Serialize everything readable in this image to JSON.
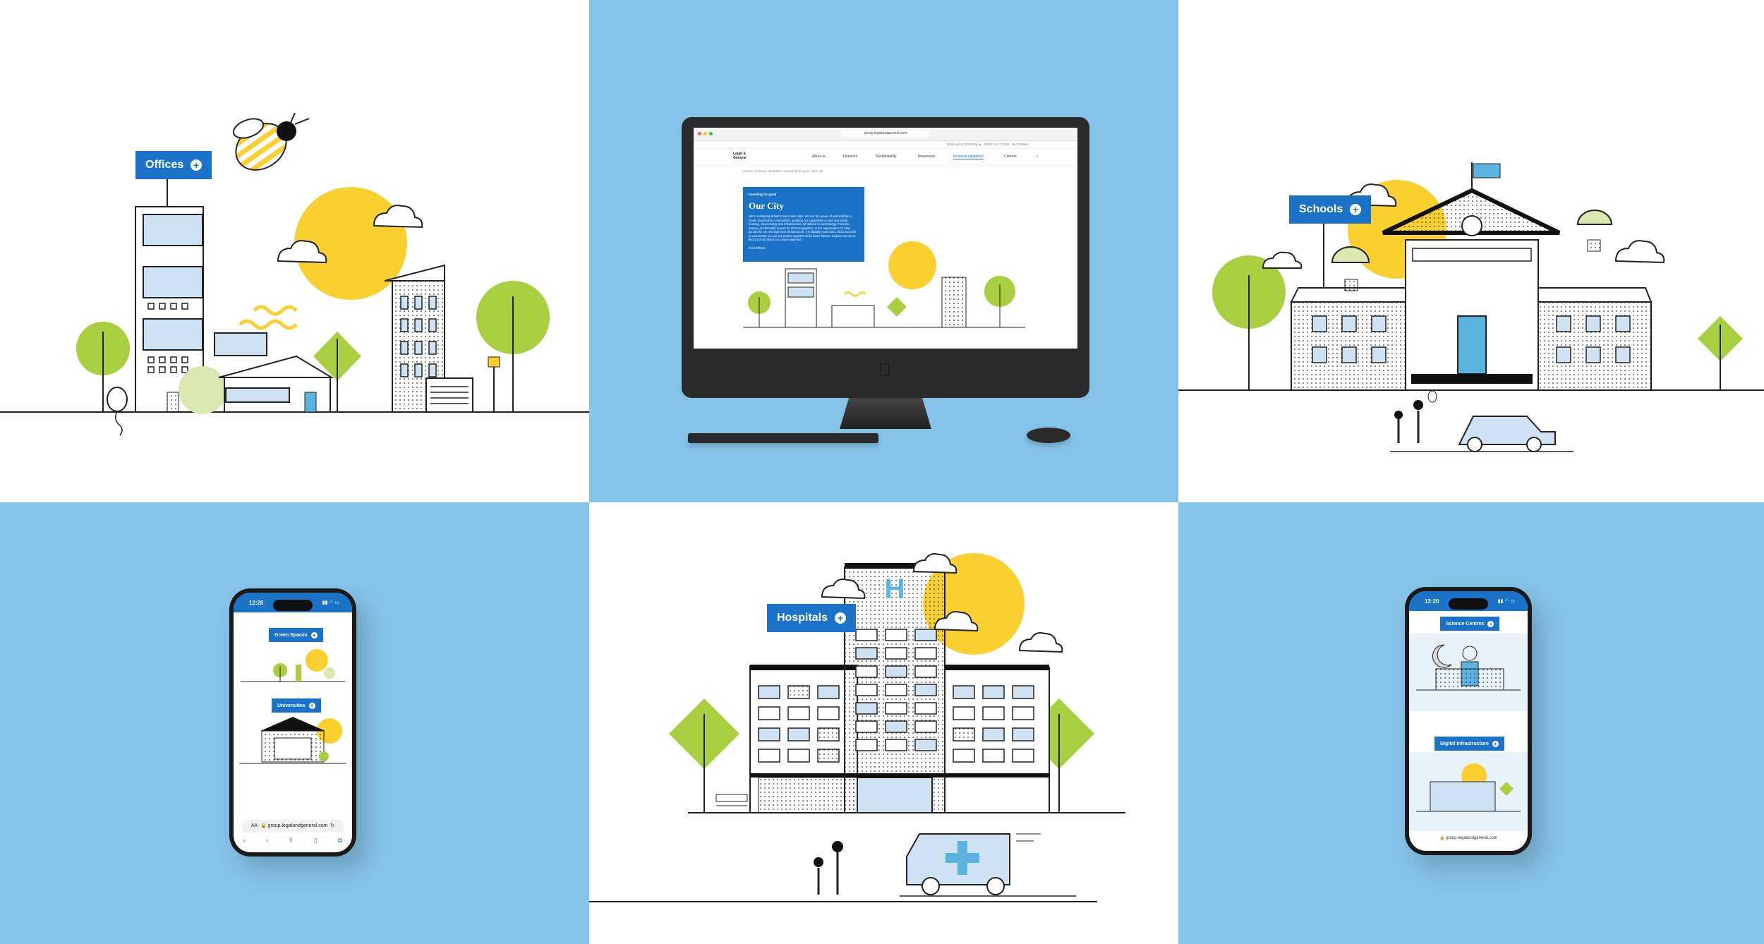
{
  "panels": {
    "offices": {
      "tag": "Offices"
    },
    "desktop": {
      "url": "group.legalandgeneral.com",
      "top_links": "Share price 2651.60p ▲ · 09:42 14.07.2023 · Get notified",
      "logo": "Legal & General",
      "nav": [
        "About us",
        "Investors",
        "Sustainability",
        "Newsroom",
        "Inclusive capitalism",
        "Careers"
      ],
      "breadcrumb": "Home  /  Inclusive capitalism  /  Investing for good  /  Our city",
      "hero": {
        "eyebrow": "Investing for good",
        "title": "Our City",
        "body": "We're reshaping Britain's towns and cities. We use the power of partnerships to create sustainable communities, updating our capabilities across real estate, housing, clean energy and infrastructure, all tailored to our strategy. From the delivery of affordable homes for all demographics, to the regeneration of cities across the UK and improved infrastructure, it is digitally connected, clean and safe environments, we use our patient capital to build better futures. Explore our city to find out more about our unique approach.",
        "link": "Find Offices"
      }
    },
    "schools": {
      "tag": "Schools"
    },
    "mobile_left": {
      "time": "12:20",
      "tags": [
        "Green Spaces",
        "Universities"
      ],
      "url": "group.legalandgeneral.com",
      "aa": "AA"
    },
    "hospitals": {
      "tag": "Hospitals"
    },
    "mobile_right": {
      "time": "12:20",
      "tags": [
        "Science Centres",
        "Digital Infrastructure"
      ],
      "url": "group.legalandgeneral.com"
    }
  },
  "colors": {
    "brand_blue": "#1a73c9",
    "sky_blue": "#86c3e8",
    "sun_yellow": "#f9d02f",
    "tree_green": "#a7cf3f",
    "light_blue": "#cfe2f3"
  }
}
